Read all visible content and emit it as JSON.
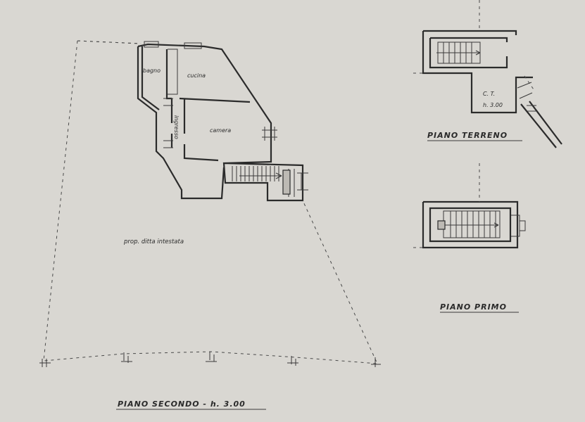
{
  "rooms": {
    "bagno": "bagno",
    "cucina": "cucina",
    "ingresso": "ingresso",
    "camera": "camera"
  },
  "property_label": "prop. ditta intestata",
  "ct_label": "C. T.",
  "ct_height": "h. 3.00",
  "titles": {
    "piano_terreno": "PIANO TERRENO",
    "piano_primo": "PIANO PRIMO",
    "piano_secondo": "PIANO SECONDO - h. 3.00"
  },
  "colors": {
    "paper": "#d9d7d2",
    "ink": "#2b2b2b"
  }
}
